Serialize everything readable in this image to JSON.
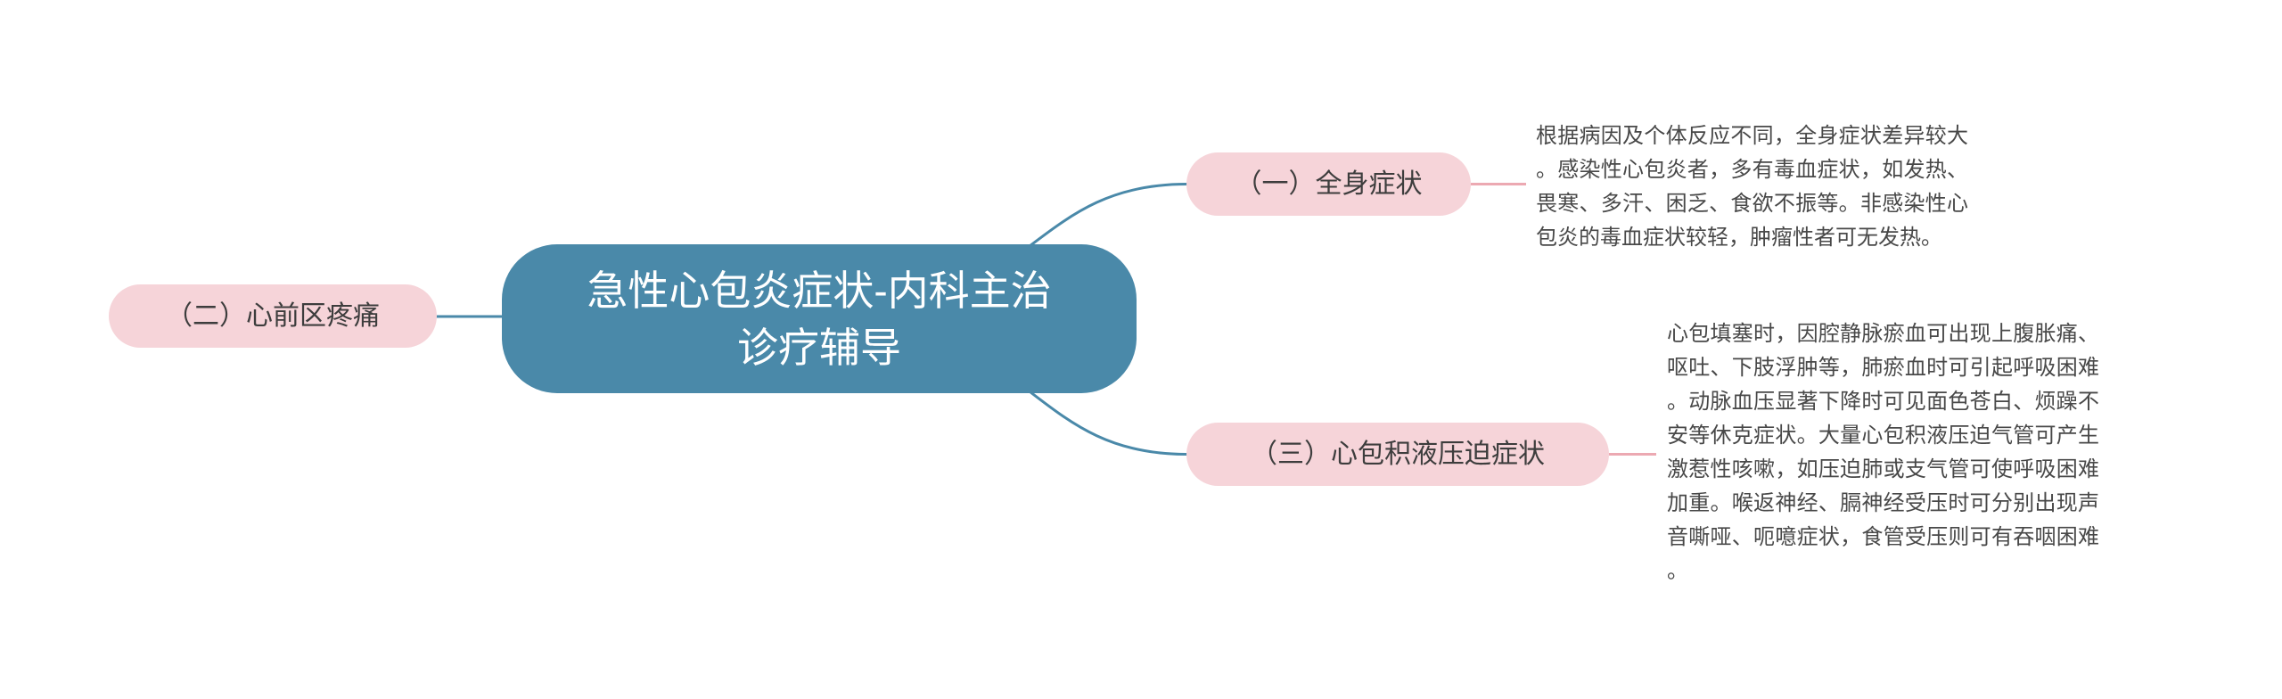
{
  "page": {
    "title": "急性心包炎症状-内科主治诊疗辅导",
    "background": "#FFFFFF"
  },
  "colors": {
    "root_bg": "#4A89A9",
    "root_text": "#FFFFFF",
    "branch_bg": "#F6D4D9",
    "branch_text": "#3D3D3D",
    "link_teal": "#4A89A9",
    "link_pink": "#ECA9B2",
    "note_text": "#484848"
  },
  "mindmap": {
    "root": {
      "label": "急性心包炎症状-内科主治诊疗辅导"
    },
    "branches": [
      {
        "label": "（一）全身症状",
        "side": "right",
        "note": "根据病因及个体反应不同，全身症状差异较大。感染性心包炎者，多有毒血症状，如发热、畏寒、多汗、困乏、食欲不振等。非感染性心包炎的毒血症状较轻，肿瘤性者可无发热。"
      },
      {
        "label": "（二）心前区疼痛",
        "side": "left",
        "note": ""
      },
      {
        "label": "（三）心包积液压迫症状",
        "side": "right",
        "note": "心包填塞时，因腔静脉瘀血可出现上腹胀痛、呕吐、下肢浮肿等，肺瘀血时可引起呼吸困难。动脉血压显著下降时可见面色苍白、烦躁不安等休克症状。大量心包积液压迫气管可产生激惹性咳嗽，如压迫肺或支气管可使呼吸困难加重。喉返神经、膈神经受压时可分别出现声音嘶哑、呃噫症状，食管受压则可有吞咽困难。"
      }
    ]
  }
}
